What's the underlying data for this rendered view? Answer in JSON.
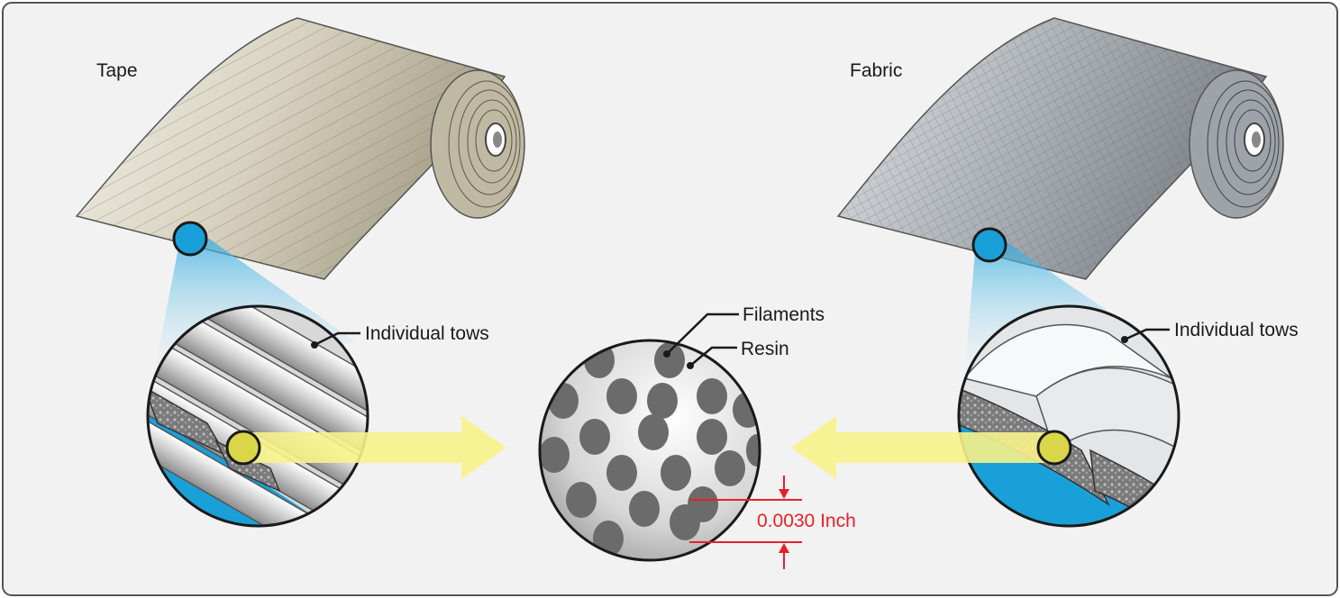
{
  "labels": {
    "tape": "Tape",
    "fabric": "Fabric",
    "tows_left": "Individual tows",
    "tows_right": "Individual tows",
    "filaments": "Filaments",
    "resin": "Resin",
    "dimension": "0.0030 Inch"
  },
  "colors": {
    "background": "#f2f2f2",
    "border": "#555555",
    "tape_roll": "#cfc9b4",
    "fabric_roll": "#9aa0a6",
    "callout_blue": "#1aa0d8",
    "highlight_yellow": "#d9d64a",
    "arrow_yellow": "#f7f28a",
    "filament": "#6b6b6b",
    "dimension_red": "#e8202a"
  }
}
